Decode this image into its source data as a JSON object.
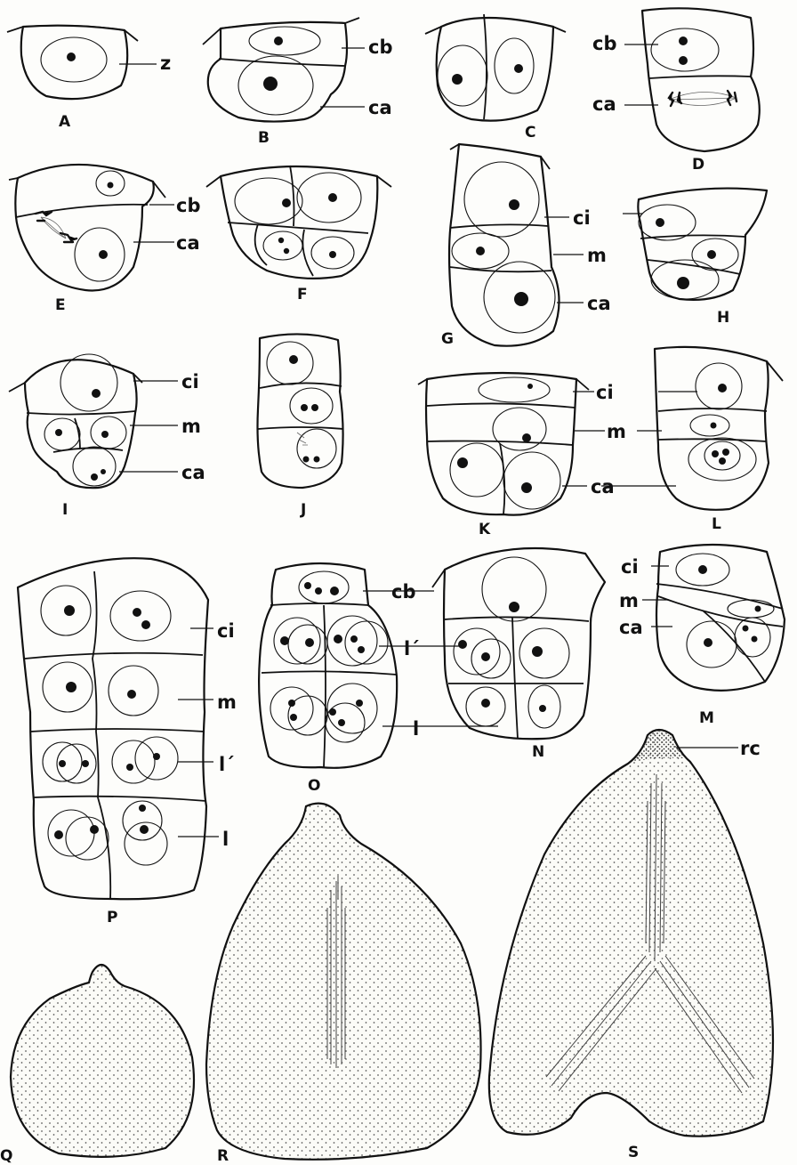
{
  "plate": {
    "figure_letters": [
      "A",
      "B",
      "C",
      "D",
      "E",
      "F",
      "G",
      "H",
      "I",
      "J",
      "K",
      "L",
      "M",
      "N",
      "O",
      "P",
      "Q",
      "R",
      "S"
    ],
    "labels": {
      "z": "z",
      "cb": "cb",
      "ca": "ca",
      "ci": "ci",
      "m": "m",
      "l_prime": "l´",
      "l": "l",
      "rc": "rc"
    }
  }
}
